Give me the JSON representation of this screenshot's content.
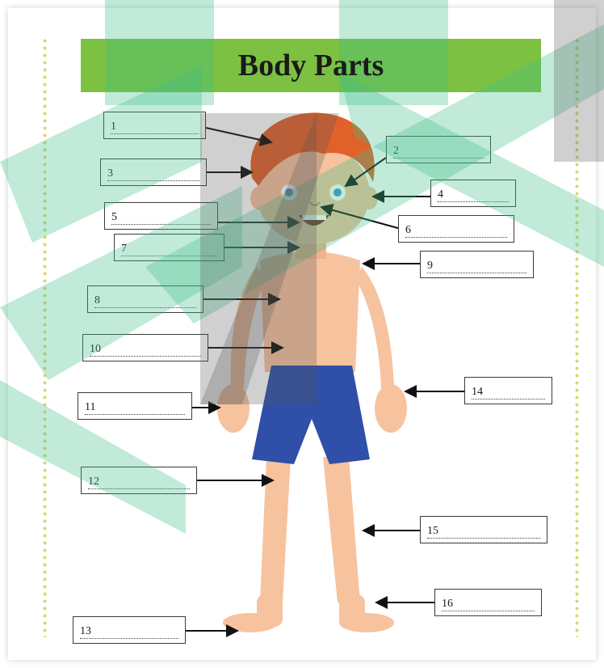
{
  "worksheet": {
    "title": "Body Parts",
    "labels": [
      {
        "number": "1"
      },
      {
        "number": "2"
      },
      {
        "number": "3"
      },
      {
        "number": "4"
      },
      {
        "number": "5"
      },
      {
        "number": "6"
      },
      {
        "number": "7"
      },
      {
        "number": "8"
      },
      {
        "number": "9"
      },
      {
        "number": "10"
      },
      {
        "number": "11"
      },
      {
        "number": "12"
      },
      {
        "number": "13"
      },
      {
        "number": "14"
      },
      {
        "number": "15"
      },
      {
        "number": "16"
      }
    ]
  },
  "colors": {
    "title_bar": "#7dc142",
    "watermark": "#3fbf8a",
    "shorts": "#2f4fa8",
    "hair": "#e0622a",
    "skin": "#f6c39e"
  }
}
